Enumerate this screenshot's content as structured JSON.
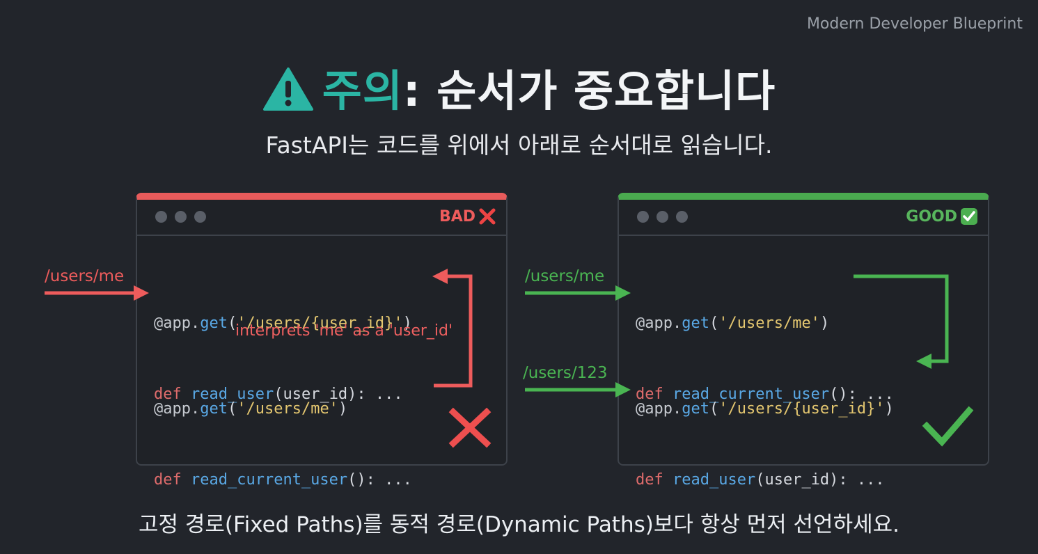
{
  "brand": "Modern Developer Blueprint",
  "title": {
    "icon": "warning-triangle-icon",
    "accent": "주의",
    "rest": ": 순서가 중요합니다"
  },
  "subtitle": "FastAPI는 코드를 위에서 아래로 순서대로 읽습니다.",
  "footer": "고정 경로(Fixed Paths)를 동적 경로(Dynamic Paths)보다 항상 먼저 선언하세요.",
  "colors": {
    "accent": "#2bb5a4",
    "bad": "#e85b5b",
    "good": "#4aaa4f",
    "background": "#22252b"
  },
  "bad_panel": {
    "label": "BAD",
    "label_icon": "cross-icon",
    "status_icon": "big-cross-icon",
    "request_route": "/users/me",
    "note": "interprets 'me' as a 'user_id'",
    "blocks": [
      {
        "decorator": "@app.",
        "method": "get",
        "open": "(",
        "path": "'/users/{user_id}'",
        "close": ")",
        "def": "def",
        "func": "read_user",
        "args": "(user_id): ..."
      },
      {
        "decorator": "@app.",
        "method": "get",
        "open": "(",
        "path": "'/users/me'",
        "close": ")",
        "def": "def",
        "func": "read_current_user",
        "args": "(): ..."
      }
    ]
  },
  "good_panel": {
    "label": "GOOD",
    "label_icon": "check-box-icon",
    "status_icon": "big-check-icon",
    "request_routes": [
      "/users/me",
      "/users/123"
    ],
    "blocks": [
      {
        "decorator": "@app.",
        "method": "get",
        "open": "(",
        "path": "'/users/me'",
        "close": ")",
        "def": "def",
        "func": "read_current_user",
        "args": "(): ..."
      },
      {
        "decorator": "@app.",
        "method": "get",
        "open": "(",
        "path": "'/users/{user_id}'",
        "close": ")",
        "def": "def",
        "func": "read_user",
        "args": "(user_id): ..."
      }
    ]
  }
}
